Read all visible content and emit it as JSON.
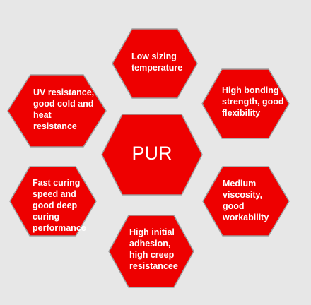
{
  "diagram": {
    "center": {
      "label": "PUR"
    },
    "properties": [
      {
        "id": "top",
        "label": "Low sizing\ntemperature"
      },
      {
        "id": "top-right",
        "label": "High bonding\nstrength, good\nflexibility"
      },
      {
        "id": "bottom-right",
        "label": "Medium\nviscosity,\ngood\nworkability"
      },
      {
        "id": "bottom",
        "label": "High initial\nadhesion,\nhigh creep\nresistancee"
      },
      {
        "id": "bottom-left",
        "label": "Fast curing\nspeed and\ngood deep\ncuring\nperformance"
      },
      {
        "id": "top-left",
        "label": "UV resistance,\ngood cold and\nheat\nresistance"
      }
    ],
    "colors": {
      "hexagon_fill": "#ee0000",
      "hexagon_border": "#9e9e9e",
      "background": "#e7e7e7",
      "text": "#ffffff"
    }
  }
}
